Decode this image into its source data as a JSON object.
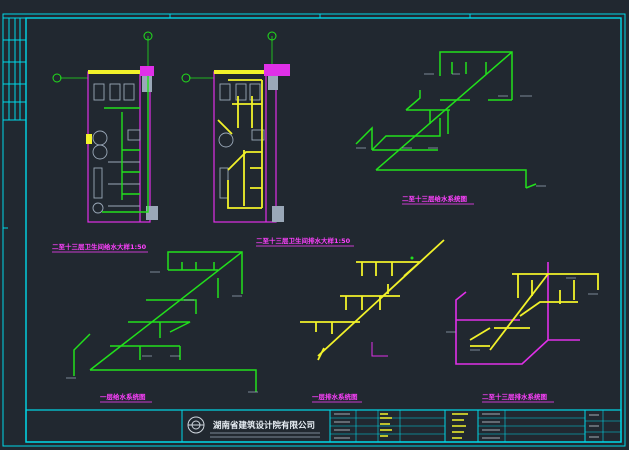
{
  "drawing": {
    "titles": {
      "plan_left": "二至十三层卫生间给水大样1:50",
      "plan_right": "二至十三层卫生间排水大样1:50",
      "iso_top_right": "二至十三层给水系统图",
      "iso_bottom_left": "一层给水系统图",
      "iso_bottom_mid": "一层排水系统图",
      "iso_bottom_right": "二至十三层排水系统图"
    },
    "title_block": {
      "company": "湖南省建筑设计院有限公司"
    },
    "axis_markers": [
      "①",
      "②",
      "①",
      "②"
    ]
  },
  "colors": {
    "background": "#212830",
    "frame": "#00d8e8",
    "supply": "#22e01c",
    "drain": "#f2f22a",
    "wall": "#e030e8",
    "fixture": "#9aa8b8",
    "label": "#ff40ff"
  }
}
